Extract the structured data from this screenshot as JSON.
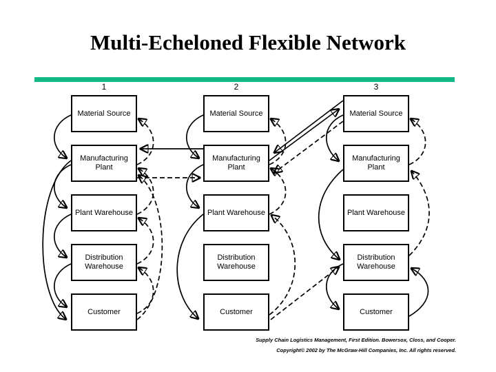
{
  "slide": {
    "title": "Multi-Echeloned Flexible Network"
  },
  "divider": {
    "color": "#12B886"
  },
  "columns": [
    {
      "header": "1",
      "boxes": [
        "Material Source",
        "Manufacturing Plant",
        "Plant Warehouse",
        "Distribution Warehouse",
        "Customer"
      ]
    },
    {
      "header": "2",
      "boxes": [
        "Material Source",
        "Manufacturing Plant",
        "Plant Warehouse",
        "Distribution Warehouse",
        "Customer"
      ]
    },
    {
      "header": "3",
      "boxes": [
        "Material Source",
        "Manufacturing Plant",
        "Plant Warehouse",
        "Distribution Warehouse",
        "Customer"
      ]
    }
  ],
  "footer": {
    "line1": "Supply Chain Logistics Management, First Edition. Bowersox, Closs, and Cooper.",
    "line2": "Copyright© 2002 by The McGraw-Hill Companies, Inc. All rights reserved."
  }
}
